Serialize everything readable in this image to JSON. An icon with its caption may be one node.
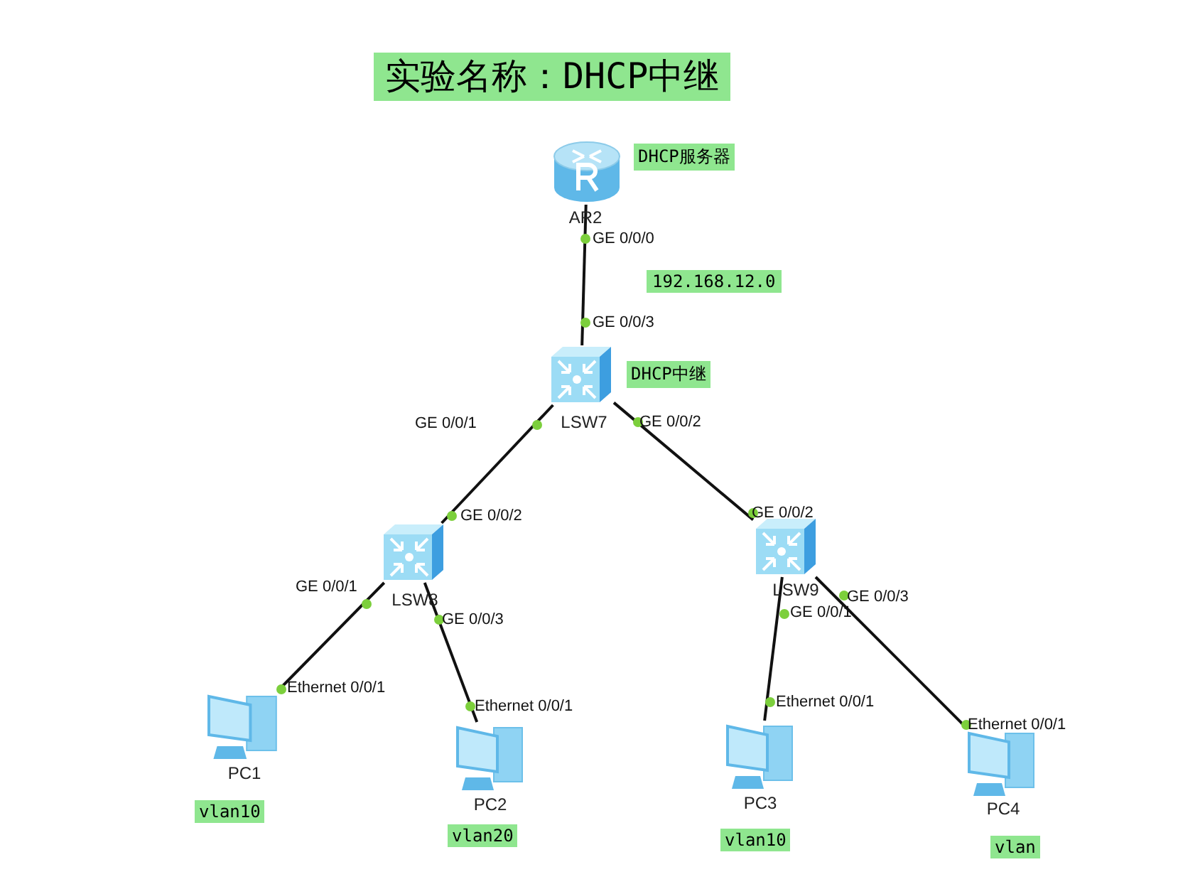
{
  "diagram": {
    "title": "实验名称：DHCP中继",
    "nodes": [
      {
        "text": [
          "AR2"
        ],
        "beside": [
          "DHCP服务器"
        ]
      },
      {
        "text": [
          "LSW7"
        ],
        "beside": [
          "DHCP中继"
        ]
      },
      {
        "text": [
          "LSW8"
        ]
      },
      {
        "text": [
          "LSW9"
        ]
      },
      {
        "text": [
          "PC1"
        ],
        "beside": [
          "vlan10"
        ]
      },
      {
        "text": [
          "PC2"
        ],
        "beside": [
          "vlan20"
        ]
      },
      {
        "text": [
          "PC3"
        ],
        "beside": [
          "vlan10"
        ]
      },
      {
        "text": [
          "PC4"
        ],
        "beside": [
          "vlan"
        ]
      }
    ],
    "edges": [
      {
        "from": 0,
        "to": 1,
        "arrow": "none"
      },
      {
        "from": 1,
        "to": 2,
        "arrow": "none"
      },
      {
        "from": 1,
        "to": 3,
        "arrow": "none"
      },
      {
        "from": 2,
        "to": 4,
        "arrow": "none"
      },
      {
        "from": 2,
        "to": 5,
        "arrow": "none"
      },
      {
        "from": 3,
        "to": 6,
        "arrow": "none"
      },
      {
        "from": 3,
        "to": 7,
        "arrow": "none"
      }
    ],
    "labels": [
      "GE 0/0/0",
      "192.168.12.0",
      "GE 0/0/3",
      "GE 0/0/1",
      "GE 0/0/2",
      "GE 0/0/2",
      "GE 0/0/2",
      "GE 0/0/1",
      "GE 0/0/3",
      "GE 0/0/3",
      "GE 0/0/1",
      "Ethernet 0/0/1",
      "Ethernet 0/0/1",
      "Ethernet 0/0/1",
      "Ethernet 0/0/1"
    ]
  }
}
